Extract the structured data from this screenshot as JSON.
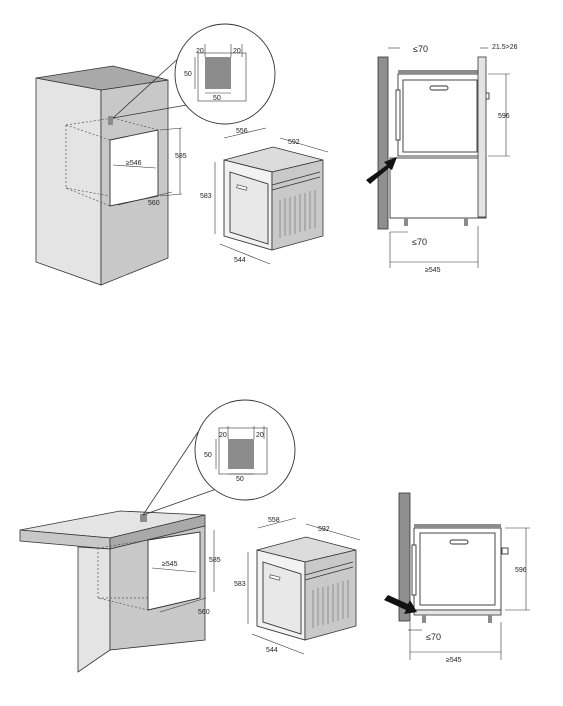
{
  "top": {
    "detail": {
      "top_a": "20",
      "top_b": "20",
      "side": "50",
      "bottom": "50"
    },
    "cabinet": {
      "width_min": "≥546",
      "height": "585",
      "depth": "560"
    },
    "oven": {
      "top_depth": "556",
      "width": "592",
      "height": "583",
      "bottom_depth": "544"
    },
    "side": {
      "gap_top": "≤70",
      "gap_right": "21.5>26",
      "height": "596",
      "gap_bottom": "≤70",
      "depth_min": "≥545"
    }
  },
  "bottom": {
    "detail": {
      "top_a": "20",
      "top_b": "20",
      "side": "50",
      "bottom": "50"
    },
    "cabinet": {
      "width_min": "≥545",
      "height": "585",
      "depth": "560"
    },
    "oven": {
      "top_depth": "558",
      "width": "592",
      "height": "583",
      "bottom_depth": "544"
    },
    "side": {
      "height": "596",
      "gap_bottom": "≤70",
      "depth_min": "≥545"
    }
  }
}
